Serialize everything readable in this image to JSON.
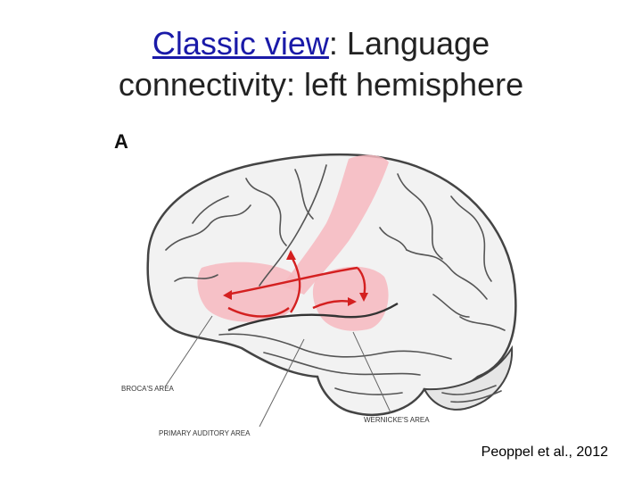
{
  "slide": {
    "title_link": "Classic view",
    "title_rest_line1": ": Language",
    "title_line2": "connectivity: left hemisphere",
    "citation": "Peoppel et al., 2012"
  },
  "figure": {
    "panel_letter": "A",
    "labels": {
      "broca": "BROCA'S AREA",
      "primary_auditory": "PRIMARY AUDITORY AREA",
      "wernicke": "WERNICKE'S AREA"
    }
  },
  "colors": {
    "link": "#1a1aa8",
    "highlight": "#f7b8c0",
    "arrow": "#d42020"
  }
}
